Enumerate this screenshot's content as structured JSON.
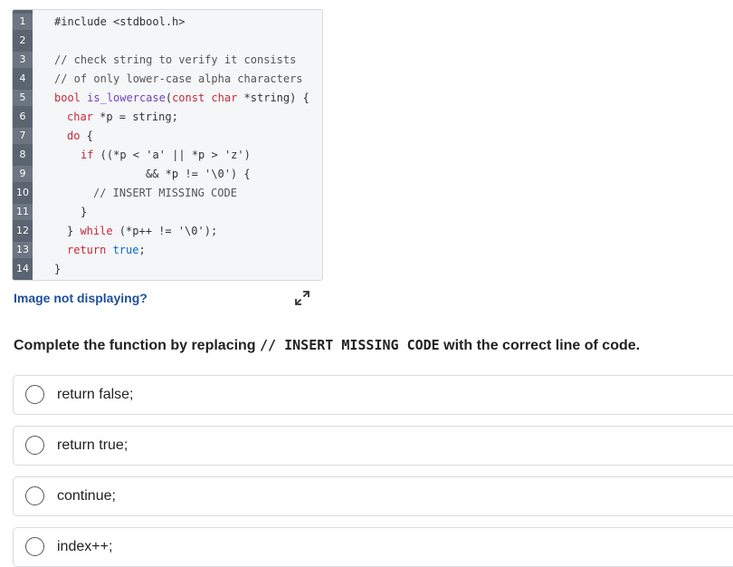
{
  "code": {
    "line_numbers": [
      "1",
      "2",
      "3",
      "4",
      "5",
      "6",
      "7",
      "8",
      "9",
      "10",
      "11",
      "12",
      "13",
      "14"
    ],
    "lines": {
      "l1": "#include <stdbool.h>",
      "l3": "// check string to verify it consists",
      "l4": "// of only lower-case alpha characters",
      "l5_kw": "bool",
      "l5_fn": "is_lowercase",
      "l5_a": "(",
      "l5_kw2": "const char",
      "l5_b": " *string) {",
      "l6_kw": "char",
      "l6_b": " *p = string;",
      "l7_kw": "do",
      "l7_b": " {",
      "l8_kw": "if",
      "l8_b": " ((*p < 'a' || *p > 'z')",
      "l9": "&& *p != '\\0') {",
      "l10": "// INSERT MISSING CODE",
      "l11": "}",
      "l12_a": "} ",
      "l12_kw": "while",
      "l12_b": " (*p++ != '\\0');",
      "l13_kw": "return",
      "l13_bl": " true",
      "l13_b": ";",
      "l14": "}"
    }
  },
  "image_link": "Image not displaying?",
  "question": {
    "prefix": "Complete the function by replacing ",
    "code": "// INSERT MISSING CODE",
    "suffix": " with the correct line of code."
  },
  "options": [
    "return false;",
    "return true;",
    "continue;",
    "index++;"
  ],
  "icons": {
    "expand": "expand-arrows-icon",
    "radio": "radio-empty-icon"
  }
}
